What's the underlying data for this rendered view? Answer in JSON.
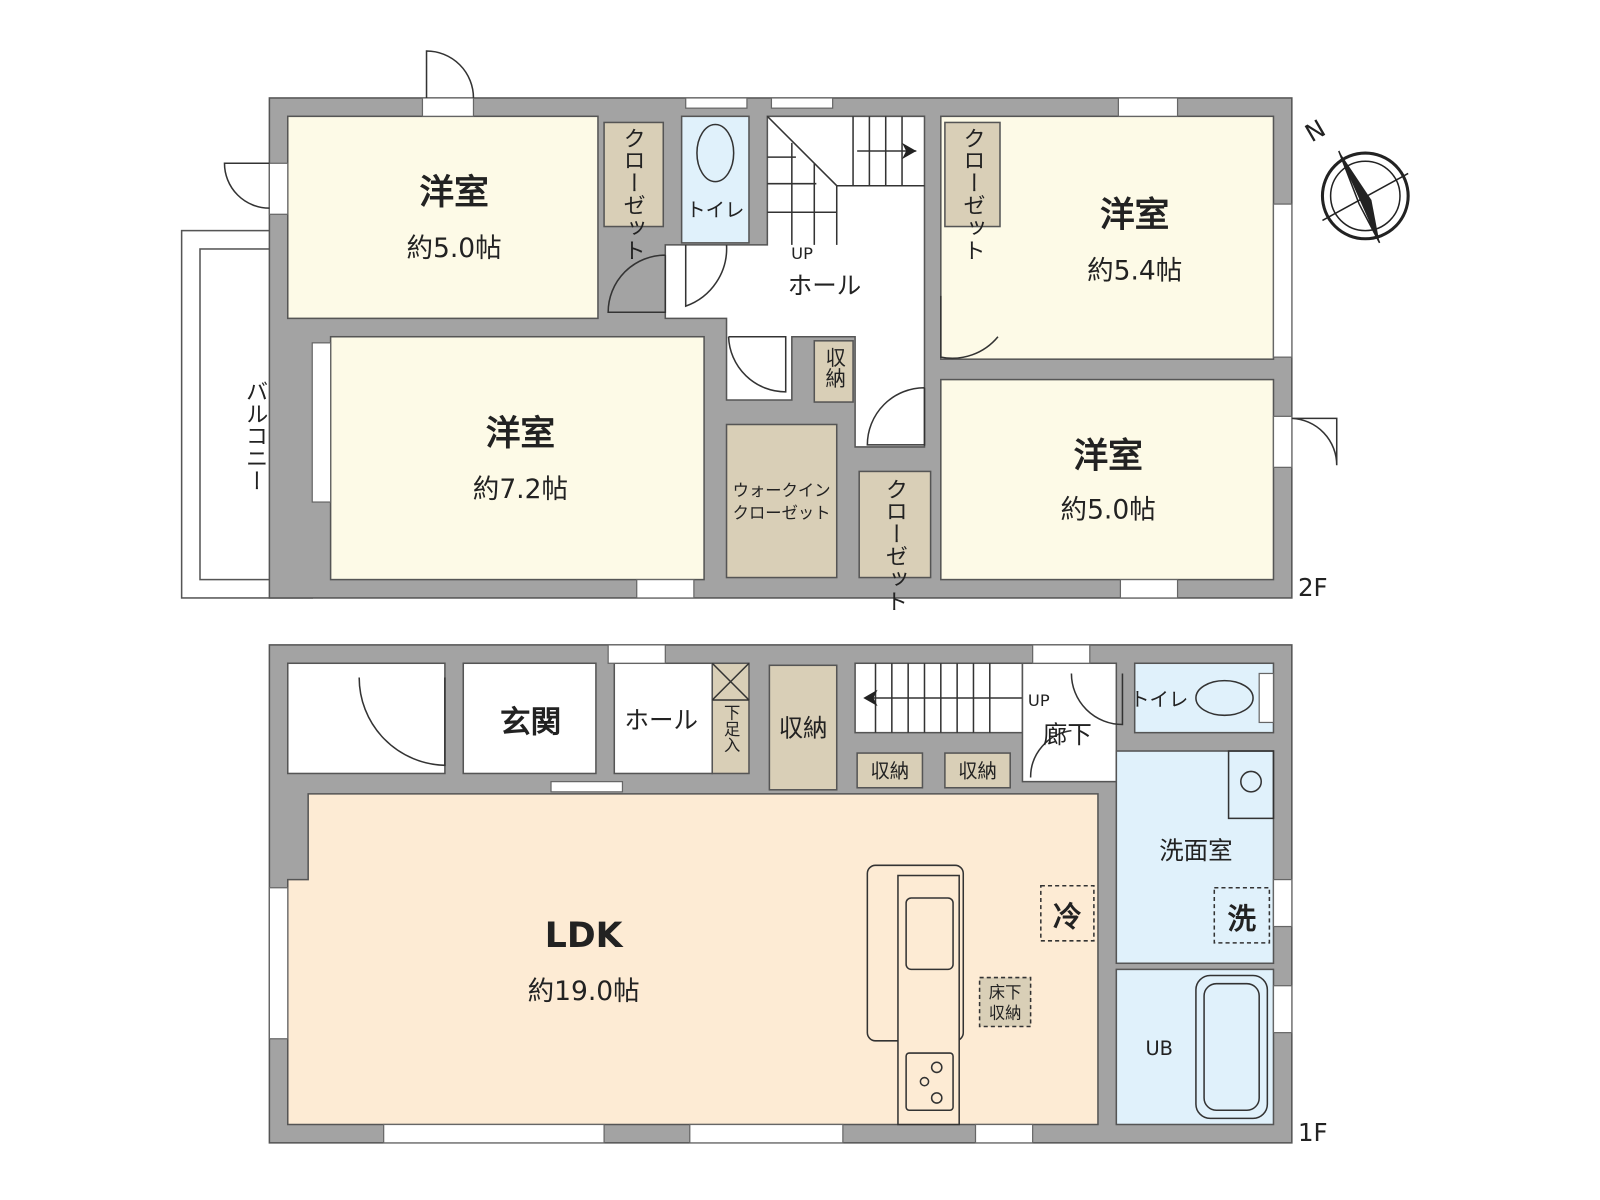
{
  "floor2": {
    "label": "2F",
    "rooms": [
      {
        "name": "洋室",
        "area": "約5.0帖"
      },
      {
        "name": "洋室",
        "area": "約5.4帖"
      },
      {
        "name": "洋室",
        "area": "約7.2帖"
      },
      {
        "name": "洋室",
        "area": "約5.0帖"
      }
    ],
    "closet": "クローゼット",
    "toilet": "トイレ",
    "up": "UP",
    "hall": "ホール",
    "storage": "収納",
    "walk_in_closet": [
      "ウォークイン",
      "クローゼット"
    ],
    "balcony": "バルコニー"
  },
  "floor1": {
    "label": "1F",
    "entrance": "玄関",
    "hall": "ホール",
    "shoe_storage": "下足入",
    "storage": "収納",
    "up": "UP",
    "corridor": "廊下",
    "toilet": "トイレ",
    "washroom": "洗面室",
    "washer": "洗",
    "fridge": "冷",
    "underfloor_storage": [
      "床下",
      "収納"
    ],
    "bath": "UB",
    "ldk": {
      "name": "LDK",
      "area": "約19.0帖"
    }
  },
  "compass": {
    "label": "N"
  },
  "colors": {
    "wall": "#a3a3a3",
    "bedroom": "#fdfae7",
    "closet": "#d9cfb7",
    "wet_area": "#e0f1fb",
    "ldk": "#fdebd4"
  }
}
